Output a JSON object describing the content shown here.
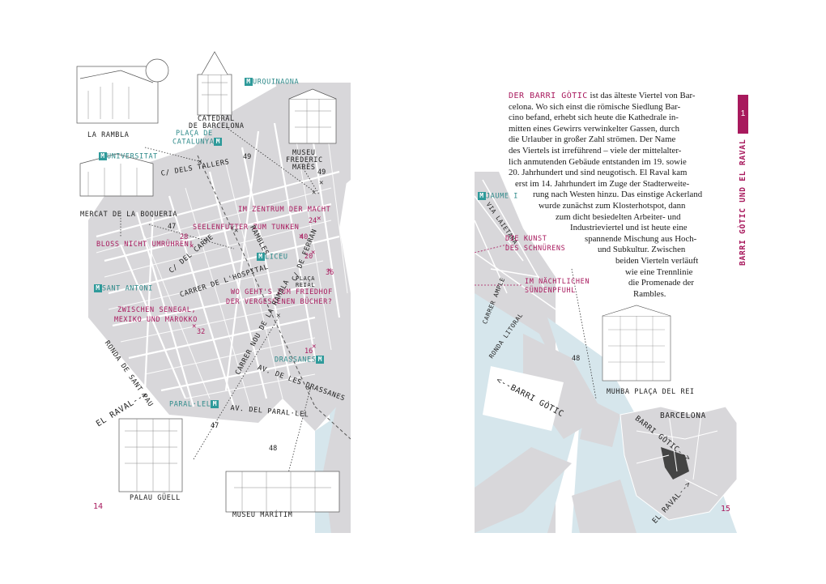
{
  "left_page": {
    "page_number": "14",
    "places": {
      "la_rambla": "LA RAMBLA",
      "catedral_l1": "CATEDRAL",
      "catedral_l2": "DE BARCELONA",
      "museu_frederic_l1": "MUSEU",
      "museu_frederic_l2": "FREDERIC",
      "museu_frederic_l3": "MARÈS",
      "mercat": "MERCAT DE LA BOQUERIA",
      "palau_guell": "PALAU GÜELL",
      "museu_maritim": "MUSEU MARÍTIM",
      "el_raval": "EL RAVAL-->",
      "placa_reial_l1": "PLAÇA",
      "placa_reial_l2": "REIAL"
    },
    "metro": {
      "urquinaona": "URQUINAONA",
      "placa_catalunya_l1": "PLAÇA DE",
      "placa_catalunya_l2": "CATALUNYA",
      "universitat": "UNIVERSITAT",
      "liceu": "LICEU",
      "sant_antoni": "SANT ANTONI",
      "drassanes": "DRASSANES",
      "paral_lel": "PARAL·LEL",
      "symbol": "M"
    },
    "streets": {
      "tallers": "C/ DELS TALLERS",
      "carme": "C/ DEL CARME",
      "hospital": "CARRER DE L'HOSPITAL",
      "ferran": "C/ DE FERRAN",
      "ramblas": "RAMBLES",
      "nou_rambla": "CARRER NOU DE LA RAMBLA",
      "drassanes_av": "AV. DE LES DRASSANES",
      "sant_pau": "RONDA DE SANT PAU",
      "parallel_av": "AV. DEL PARAL·LEL"
    },
    "tips": {
      "zentrum": "IM ZENTRUM DER MACHT",
      "seelenfutter": "SEELENFUTTER ZUM TUNKEN",
      "bloss": "BLOSS NICHT UMRÜHREN!",
      "friedhof_l1": "WO GEHT'S ZUM FRIEDHOF",
      "friedhof_l2": "DER VERGESSENEN BÜCHER?",
      "senegal_l1": "ZWISCHEN SENEGAL,",
      "senegal_l2": "MEXIKO UND MAROKKO"
    },
    "numbers": {
      "n49a": "49",
      "n49b": "49",
      "n47a": "47",
      "n47b": "47",
      "n48": "48",
      "n28": "28",
      "n24": "24",
      "n40": "40",
      "n20": "20",
      "n36": "36",
      "n16": "16",
      "n32": "32"
    }
  },
  "right_page": {
    "page_number": "15",
    "chapter_number": "1",
    "chapter_title": "BARRI GÒTIC UND EL RAVAL",
    "lead_word": "DER BARRI GÒTIC",
    "text_lines": [
      " ist das älteste Viertel von Bar-",
      "celona. Wo sich einst die römische Siedlung Bar-",
      "cino befand, erhebt sich heute die Kathedrale in-",
      "mitten eines Gewirrs verwinkelter Gassen, durch",
      "die Urlauber in großer Zahl strömen. Der Name",
      "des Viertels ist irreführend – viele der mittelalter-",
      "lich anmutenden Gebäude entstanden im 19. sowie",
      "20. Jahrhundert und sind neugotisch. El Raval kam",
      "erst im 14. Jahrhundert im Zuge der Stadterweite-",
      "rung nach Westen hinzu. Das einstige Ackerland",
      "wurde zunächst zum Klosterhotspot, dann",
      "zum dicht besiedelten Arbeiter- und",
      "Industrieviertel und ist heute eine",
      "spannende Mischung aus Hoch-",
      "und Subkultur. Zwischen",
      "beiden Vierteln verläuft",
      "wie eine Trennlinie",
      "die Promenade der",
      "Rambles."
    ],
    "map": {
      "jaume": "JAUME I",
      "via_laietana": "VIA LAIETANA",
      "kunst_l1": "DIE KUNST",
      "kunst_l2": "DES SCHNÜRENS",
      "naechtlich_l1": "IM NÄCHTLICHEN",
      "naechtlich_l2": "SÜNDENPFUHL",
      "carrer_ample": "CARRER AMPLE",
      "ronda_litoral": "RONDA LITORAL",
      "barri_gotic": "<--BARRI GÒTIC",
      "n48": "48",
      "muhba": "MUHBA PLAÇA DEL REI",
      "inset_barcelona": "BARCELONA",
      "inset_barri": "BARRI GÒTIC-->",
      "inset_raval": "EL RAVAL-->"
    }
  },
  "colors": {
    "accent": "#a8195d",
    "metro": "#2e9a9a",
    "land": "#d8d7da",
    "water": "#d6e6ec",
    "street": "#ffffff"
  }
}
